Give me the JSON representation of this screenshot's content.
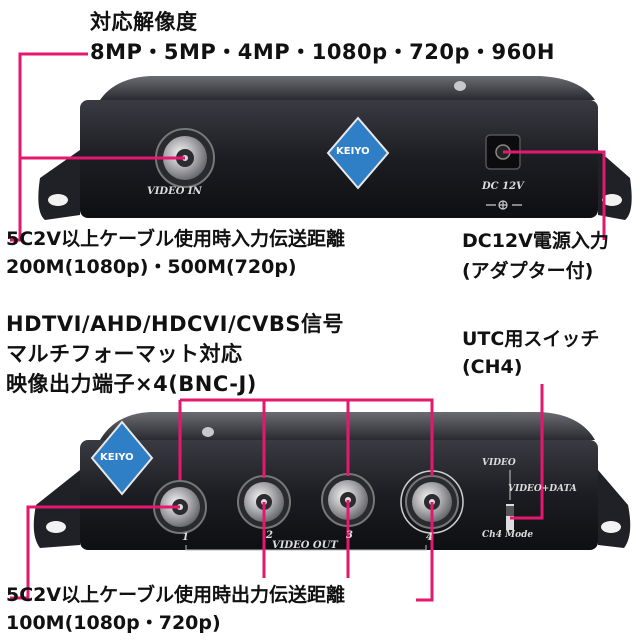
{
  "top_section": {
    "title": "対応解像度",
    "resolutions": "8MP・5MP・4MP・1080p・720p・960H",
    "input_cable_line1": "5C2V以上ケーブル使用時入力伝送距離",
    "input_cable_line2": "200M(1080p)・500M(720p)",
    "power_line1": "DC12V電源入力",
    "power_line2": "(アダプター付)"
  },
  "bottom_section": {
    "signal_line1": "HDTVI/AHD/HDCVI/CVBS信号",
    "signal_line2": "マルチフォーマット対応",
    "signal_line3": "映像出力端子×4(BNC-J)",
    "utc_line1": "UTC用スイッチ",
    "utc_line2": "(CH4)",
    "output_cable_line1": "5C2V以上ケーブル使用時出力伝送距離",
    "output_cable_line2": "100M(1080p・720p)"
  },
  "device_top": {
    "logo": "KEIYO",
    "video_in_label": "VIDEO IN",
    "dc_label": "DC 12V"
  },
  "device_bottom": {
    "logo": "KEIYO",
    "port_numbers": [
      "1",
      "2",
      "3",
      "4"
    ],
    "video_out_label": "VIDEO OUT",
    "switch_video": "VIDEO",
    "switch_video_data": "VIDEO+DATA",
    "ch4_mode": "Ch4  Mode"
  },
  "colors": {
    "callout": "#e5186f",
    "device_body": "#1c1d22",
    "logo_blue": "#2f7fc6"
  }
}
